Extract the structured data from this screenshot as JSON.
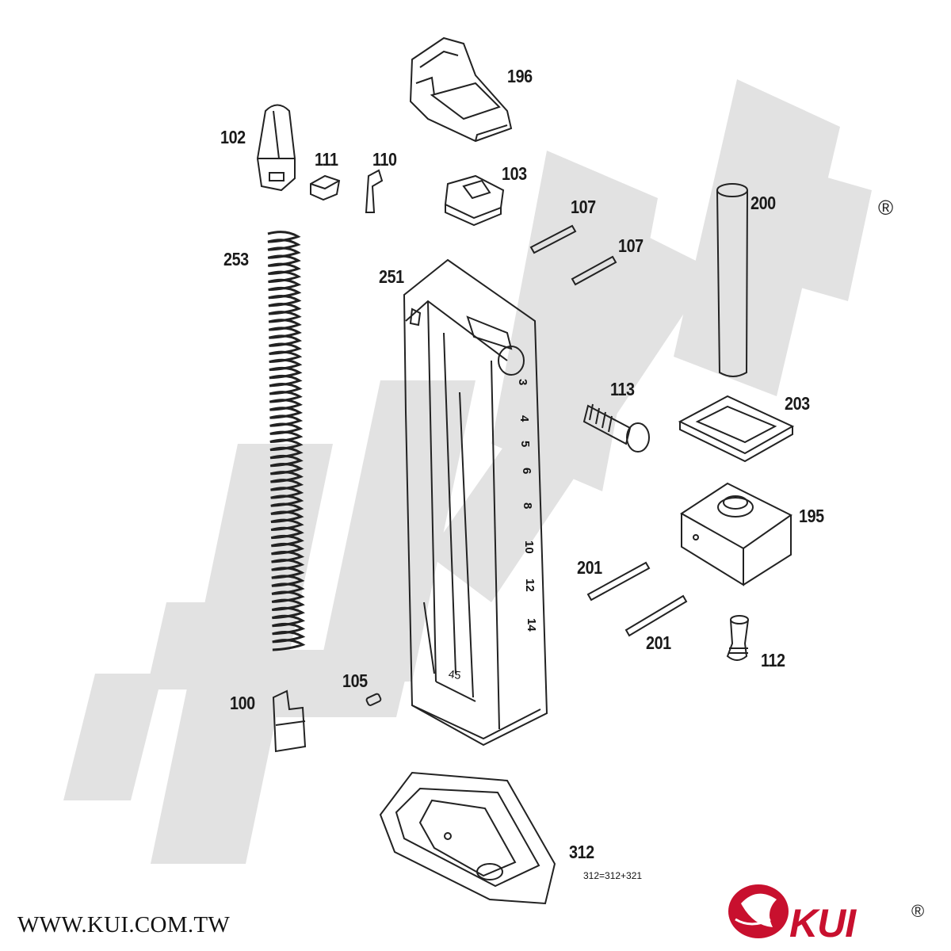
{
  "watermark": "KUI",
  "registered_mark": "®",
  "footer": {
    "url": "WWW.KUI.COM.TW",
    "brand": "KUI",
    "brand_registered": "®"
  },
  "part_labels": {
    "p196": "196",
    "p102": "102",
    "p111": "111",
    "p110": "110",
    "p103": "103",
    "p107a": "107",
    "p107b": "107",
    "p200": "200",
    "p253": "253",
    "p251": "251",
    "p113": "113",
    "p203": "203",
    "p195": "195",
    "p201a": "201",
    "p201b": "201",
    "p112": "112",
    "p105": "105",
    "p100": "100",
    "p312": "312"
  },
  "note_312": "312=312+321",
  "magazine_markings": [
    "3",
    "4",
    "5",
    "6",
    "8",
    "10",
    "12",
    "14"
  ],
  "magazine_capacity_mark": "45"
}
